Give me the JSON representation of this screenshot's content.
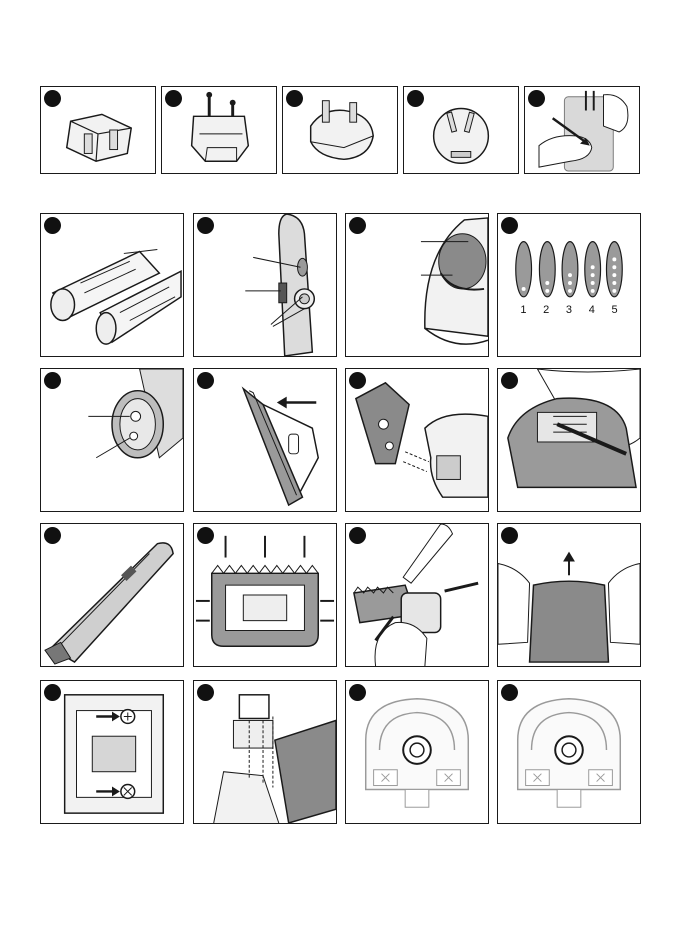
{
  "colors": {
    "line": "#1a1a1a",
    "grey": "#9a9a9a",
    "light": "#d6d6d6",
    "dark": "#6e6e6e"
  },
  "indicator_levels": [
    "1",
    "2",
    "3",
    "4",
    "5"
  ],
  "icons": [
    "plug-us-icon",
    "plug-eu-icon",
    "plug-uk-icon",
    "plug-au-icon",
    "adapter-insert-icon",
    "battery-pack-icon",
    "trimmer-controls-icon",
    "charging-base-icon",
    "charge-indicator-icon",
    "trimmer-rear-icon",
    "blade-slide-icon",
    "blade-remove-icon",
    "blade-clean-icon",
    "trimmer-side-icon",
    "blade-adjust-icon",
    "blade-oil-icon",
    "cover-lift-icon",
    "screw-panel-icon",
    "blade-assembly-icon",
    "drive-mechanism-icon"
  ]
}
